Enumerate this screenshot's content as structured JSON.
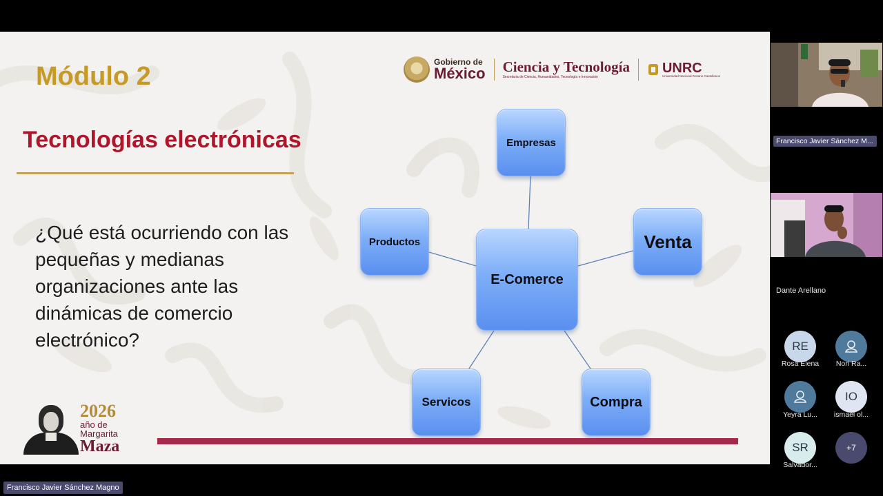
{
  "slide": {
    "title": "Módulo 2",
    "subtitle": "Tecnologías electrónicas",
    "question": "¿Qué está ocurriendo con las pequeñas y medianas organizaciones ante las dinámicas de comercio electrónico?",
    "logos": {
      "gob_line1": "Gobierno de",
      "gob_line2": "México",
      "cyt_line1": "Ciencia y Tecnología",
      "cyt_line2": "Secretaría de Ciencia, Humanidades, Tecnología e Innovación",
      "unrc_line1": "UNRC",
      "unrc_line2": "Universidad Nacional Rosario Castellanos"
    },
    "year_logo": {
      "year": "2026",
      "line_a": "año de",
      "line_b": "Margarita",
      "line_c": "Maza"
    },
    "diagram": {
      "center": "E-Comerce",
      "top": "Empresas",
      "left": "Productos",
      "right": "Venta",
      "bottom_left": "Servicos",
      "bottom_right": "Compra"
    }
  },
  "presenter_name": "Francisco Javier Sánchez Magno",
  "participants": {
    "video_1_name": "Francisco Javier Sánchez M...",
    "video_2_name": "Dante Arellano",
    "avatars": [
      {
        "initials": "RE",
        "name": "Rosa Elena",
        "color": "#c9d7ea"
      },
      {
        "initials": "",
        "name": "Nori Ra...",
        "color": "#4f7a9c",
        "icon": "person-icon"
      },
      {
        "initials": "",
        "name": "Yeyra Lu...",
        "color": "#4f7a9c",
        "icon": "person-icon"
      },
      {
        "initials": "IO",
        "name": "ismael ol...",
        "color": "#dfe6f2"
      },
      {
        "initials": "SR",
        "name": "Salvador...",
        "color": "#d8ecec"
      }
    ],
    "more_label": "+7"
  }
}
